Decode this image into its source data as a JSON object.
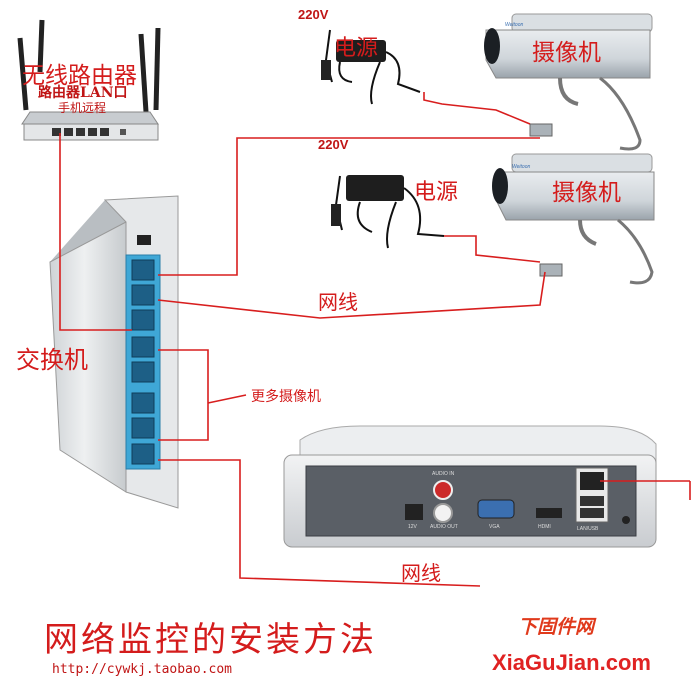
{
  "router": {
    "title": "无线路由器",
    "lan_port": "路由器LAN口",
    "remote": "手机远程"
  },
  "power": {
    "voltage_top": "220V",
    "voltage_bottom": "220V",
    "psu_top": "电源",
    "psu_bottom": "电源"
  },
  "camera": {
    "top": "摄像机",
    "bottom": "摄像机",
    "brand": "Weitoon"
  },
  "switch": {
    "label": "交换机"
  },
  "more_cameras": "更多摄像机",
  "cable": {
    "upper": "网线",
    "lower": "网线"
  },
  "nvr": {
    "audio_in": "AUDIO IN",
    "audio_out": "AUDIO OUT",
    "dc": "12V",
    "vga": "VGA",
    "hdmi": "HDMI",
    "lan": "LAN/USB"
  },
  "footer": {
    "title": "网络监控的安装方法",
    "url": "http://cywkj.taobao.com"
  },
  "watermark": {
    "brand": "下固件网",
    "site": "XiaGuJian.com"
  },
  "colors": {
    "wire": "#d81e1e",
    "switch_port": "#3fa7d6",
    "text": "#d41c1c"
  }
}
